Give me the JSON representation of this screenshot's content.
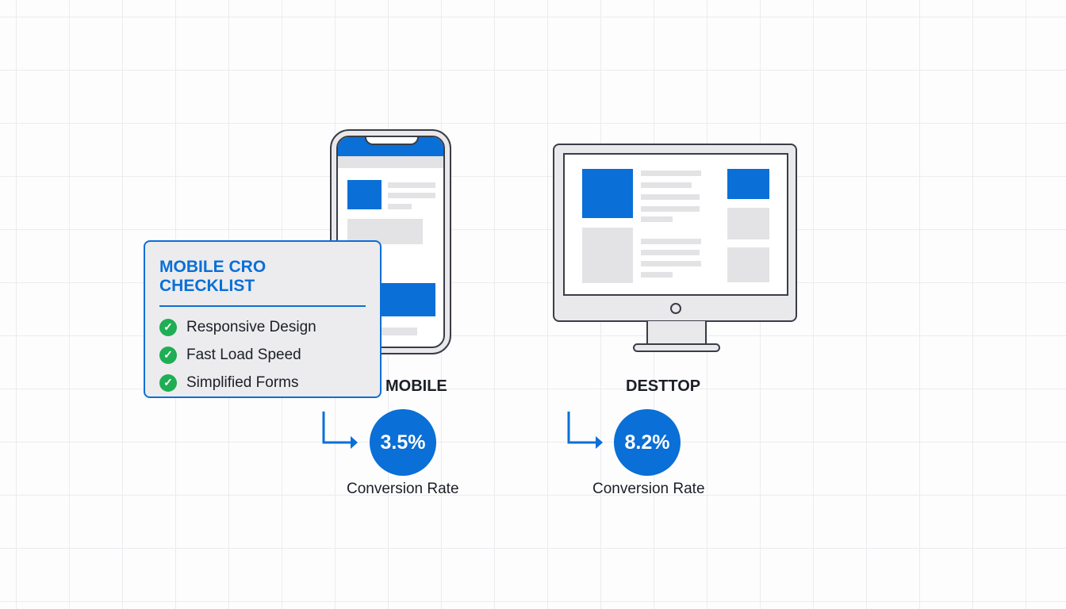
{
  "checklist": {
    "title": "MOBILE CRO CHECKLIST",
    "items": [
      "Responsive Design",
      "Fast Load Speed",
      "Simplified Forms"
    ]
  },
  "mobile": {
    "label": "MOBILE",
    "rate": "3.5%",
    "rate_label": "Conversion Rate"
  },
  "desktop": {
    "label": "DESTTOP",
    "rate": "8.2%",
    "rate_label": "Conversion Rate"
  },
  "colors": {
    "accent": "#0a6fd6",
    "check": "#1fae54"
  }
}
